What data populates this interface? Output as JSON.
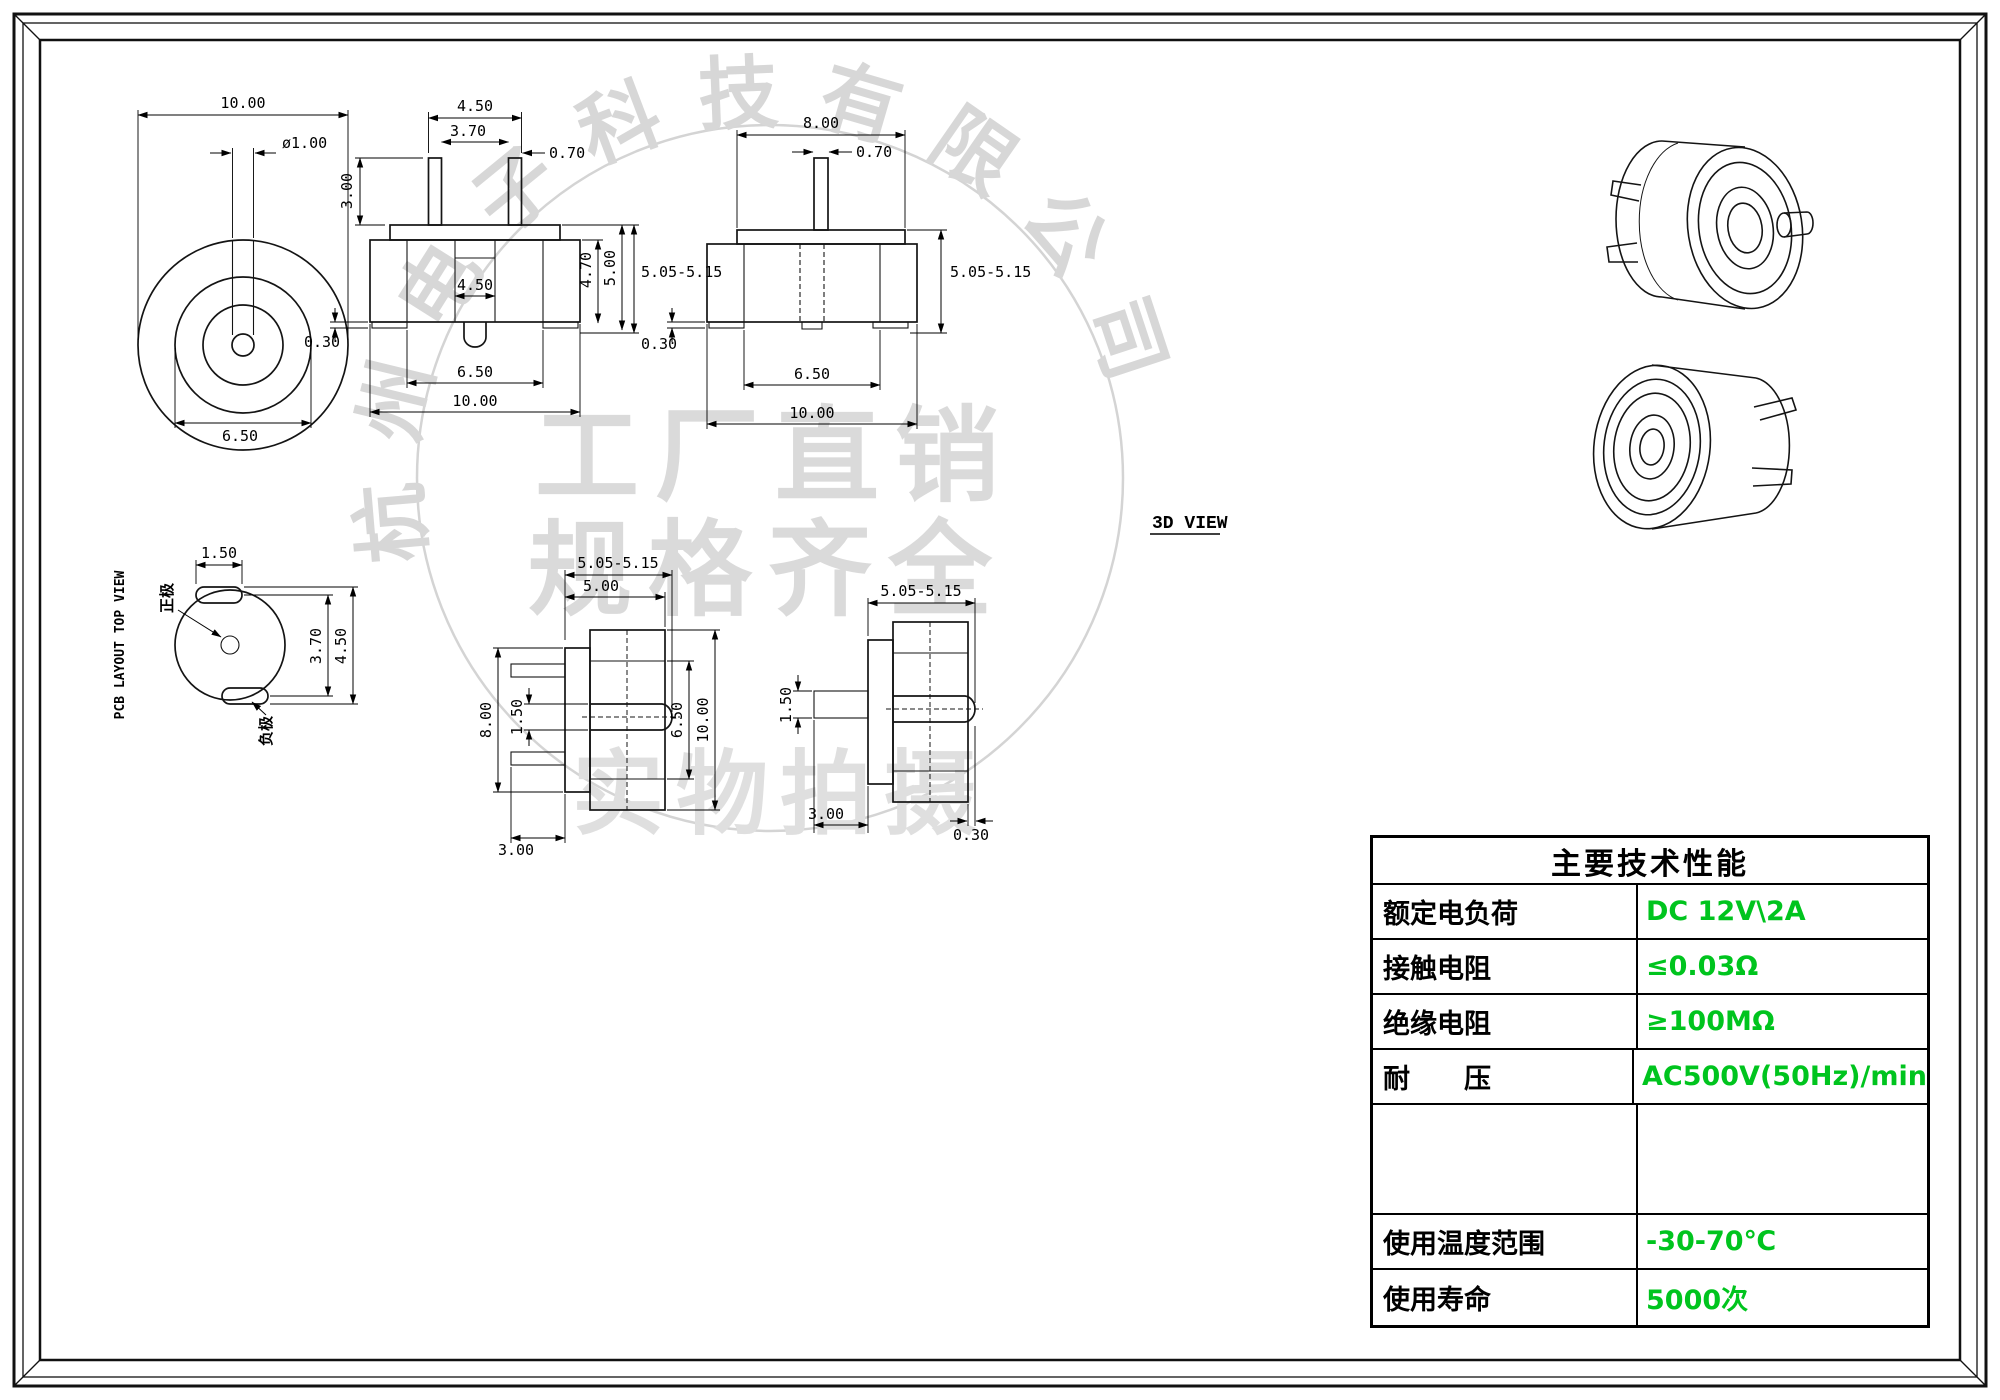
{
  "views": {
    "front": {
      "width": "10.00",
      "hole": "ø1.00",
      "inner": "6.50"
    },
    "side_a": {
      "pin_span": "4.50",
      "pin_pitch": "3.70",
      "pin_w": "0.70",
      "pin_h": "3.00",
      "core": "4.50",
      "h_body": "4.70",
      "h_total": "5.00",
      "h_range": "5.05-5.15",
      "lip": "0.30",
      "w_inner": "6.50",
      "w_outer": "10.00"
    },
    "side_b": {
      "flange": "8.00",
      "pin_w": "0.70",
      "h_range": "5.05-5.15",
      "lip": "0.30",
      "w_inner": "6.50",
      "w_outer": "10.00"
    },
    "pcb": {
      "caption": "PCB LAYOUT TOP VIEW",
      "pad_w": "1.50",
      "pitch": "3.70",
      "span": "4.50",
      "positive": "正极",
      "negative": "负极"
    },
    "side_c": {
      "d_range": "5.05-5.15",
      "d_body": "5.00",
      "flange": "8.00",
      "pin_d": "1.50",
      "w_inner": "6.50",
      "w_outer": "10.00",
      "pin_len": "3.00"
    },
    "side_d": {
      "d_range": "5.05-5.15",
      "pin_d": "1.50",
      "pin_len": "3.00",
      "lip": "0.30"
    },
    "label_3d": "3D VIEW"
  },
  "watermark": {
    "arc": "杭州电子科技有限公司",
    "line1": "工厂直销",
    "line2": "规格齐全",
    "line3": "实物拍摄"
  },
  "spec_table": {
    "title": "主要技术性能",
    "value_color": "#00c41e",
    "rows": [
      {
        "label": "额定电负荷",
        "value": "DC 12V\\2A"
      },
      {
        "label": "接触电阻",
        "value": "≤0.03Ω"
      },
      {
        "label": "绝缘电阻",
        "value": "≥100MΩ"
      },
      {
        "label": "耐　　压",
        "value": "AC500V(50Hz)/min"
      },
      {
        "label": "",
        "value": ""
      },
      {
        "label": "使用温度范围",
        "value": "-30-70℃"
      },
      {
        "label": "使用寿命",
        "value": "5000次"
      }
    ]
  }
}
